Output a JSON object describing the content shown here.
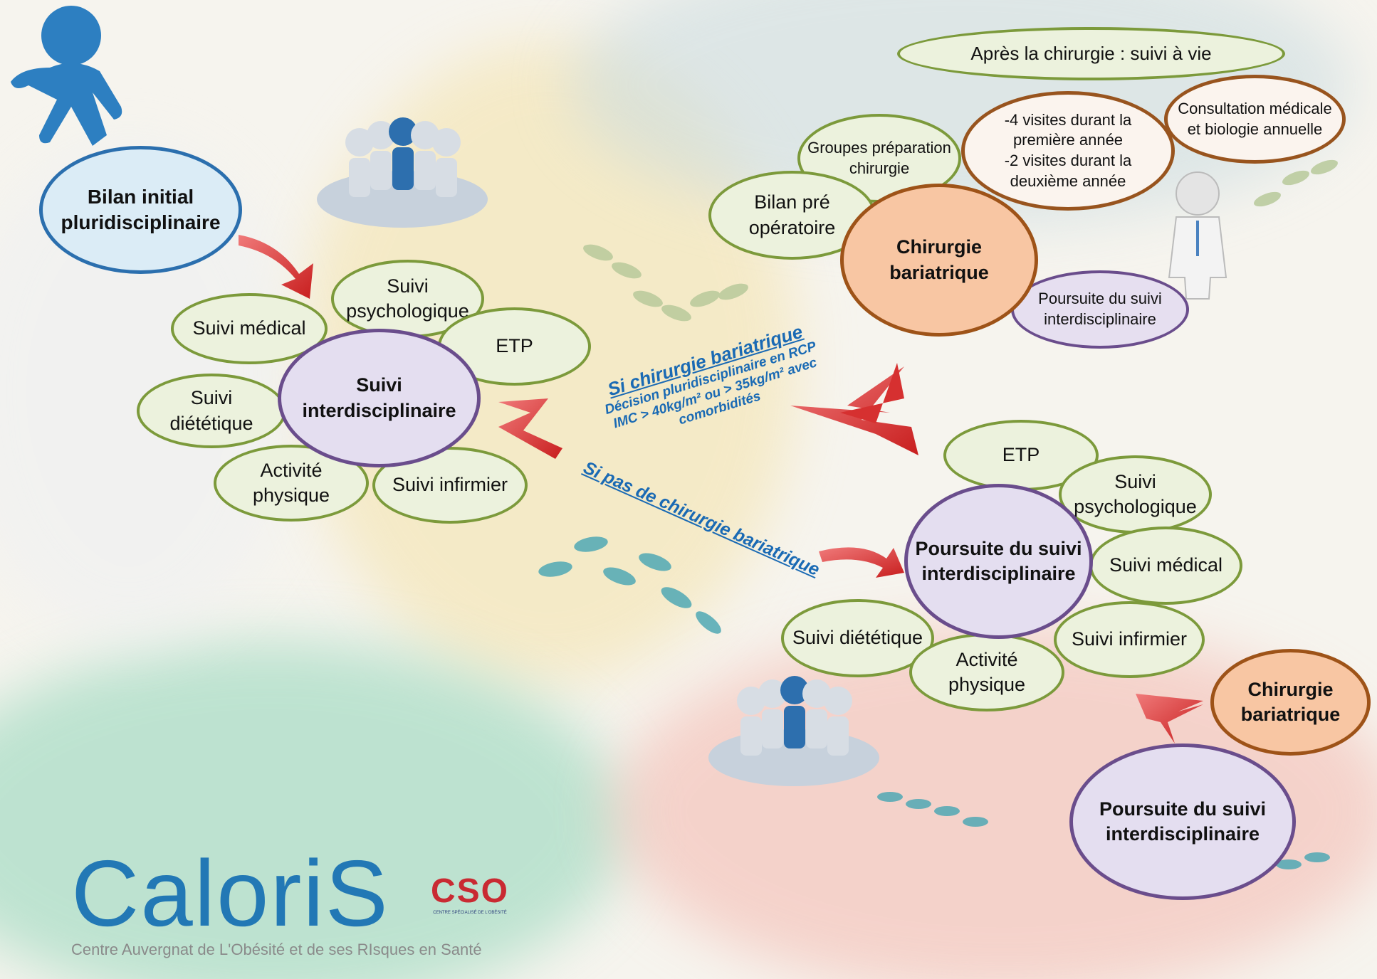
{
  "colors": {
    "green_border": "#7c9a3b",
    "purple_border": "#6a4d8c",
    "orange_border": "#9e5318",
    "blue_border": "#2b6fae",
    "link_blue": "#1a6ab4",
    "arrow_red": "#c81e1e",
    "logo_blue": "#2278b5",
    "logo_green": "#86b43a"
  },
  "start": {
    "label": "Bilan initial pluridisciplinaire"
  },
  "left_cluster": {
    "center": "Suivi interdisciplinaire",
    "suivi_psychologique": "Suivi psychologique",
    "suivi_medical": "Suivi médical",
    "etp": "ETP",
    "suivi_dietetique": "Suivi diététique",
    "activite_physique": "Activité physique",
    "suivi_infirmier": "Suivi infirmier"
  },
  "branch_surgery": {
    "title": "Si chirurgie bariatrique",
    "line1": "Décision pluridisciplinaire en RCP",
    "line2": "IMC > 40kg/m² ou > 35kg/m² avec",
    "line3": "comorbidités"
  },
  "branch_no_surgery": {
    "title": "Si pas de chirurgie bariatrique"
  },
  "surgery_cluster": {
    "header": "Après la chirurgie : suivi à vie",
    "center": "Chirurgie bariatrique",
    "groupes": "Groupes préparation chirurgie",
    "bilan_pre": "Bilan pré opératoire",
    "visites_line1": "-4 visites durant la première année",
    "visites_line2": "-2 visites durant la deuxième année",
    "consultation": "Consultation médicale et biologie annuelle",
    "poursuite": "Poursuite du suivi interdisciplinaire"
  },
  "no_surgery_cluster": {
    "center": "Poursuite du suivi interdisciplinaire",
    "etp": "ETP",
    "suivi_psychologique": "Suivi psychologique",
    "suivi_medical": "Suivi médical",
    "suivi_dietetique": "Suivi diététique",
    "suivi_infirmier": "Suivi infirmier",
    "activite_physique": "Activité physique"
  },
  "late": {
    "chirurgie": "Chirurgie bariatrique",
    "poursuite": "Poursuite du suivi interdisciplinaire"
  },
  "logo": {
    "name_blue": "Calori",
    "name_green": "",
    "name_end": "S",
    "subtitle": "Centre Auvergnat de L'Obésité et de ses RIsques en Santé",
    "badge": "CSO",
    "badge_sub": "CENTRE SPÉCIALISÉ DE L'OBÉSITÉ"
  }
}
